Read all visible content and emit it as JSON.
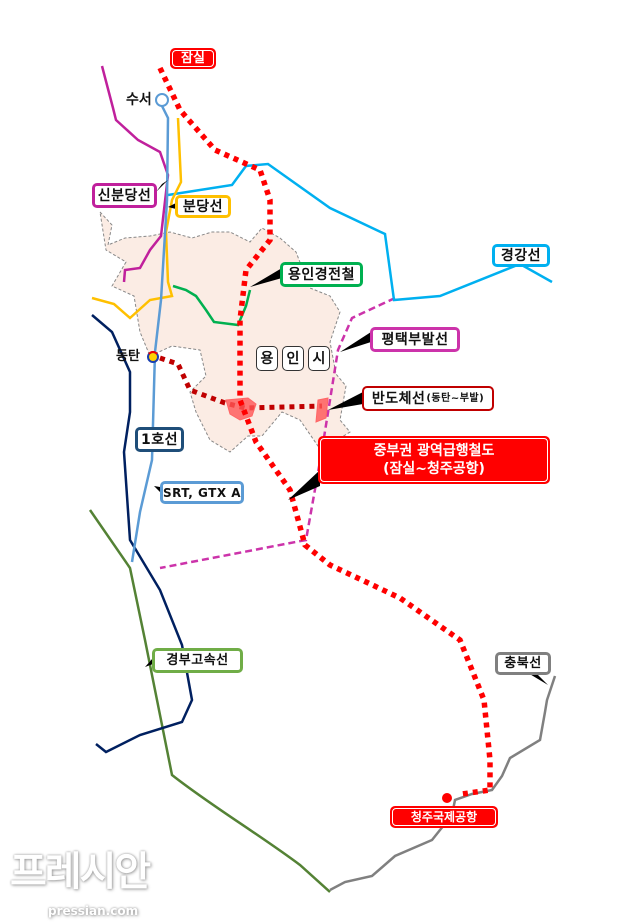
{
  "title": "중부권 광역급행철도 (잠실~청주공항) 노선도",
  "city": {
    "chars": [
      "용",
      "인",
      "시"
    ]
  },
  "labels": {
    "jamsil": "잠실",
    "suseo": "수서",
    "dongtan": "동탄",
    "sinbundang": "신분당선",
    "bundang": "분당선",
    "yongin_light_rail": "용인경전철",
    "gyeonggang": "경강선",
    "pyeongtaek_bubal": "평택부발선",
    "bandoche_main": "반도체선",
    "bandoche_sub": "(동탄~부발)",
    "jungbu_line1": "중부권 광역급행철도",
    "jungbu_line2": "(잠실~청주공항)",
    "line1": "1호선",
    "srt_gtx": "SRT, GTX A",
    "gyeongbu_hsr": "경부고속선",
    "chungbuk": "충북선",
    "cheongju_airport": "청주국제공항"
  },
  "watermark": {
    "logo": "프레시안",
    "url": "pressian.com"
  },
  "colors": {
    "jungbu": "#ff0000",
    "bandoche": "#c00000",
    "srt": "#5b9bd5",
    "gyeonggang": "#00b0f0",
    "bundang": "#ffc000",
    "sinbundang": "#c0209c",
    "yongin_lrt": "#00b050",
    "pyeongtaek": "#cc33aa",
    "line1": "#002060",
    "gyeongbu": "#548235",
    "chungbuk": "#808080",
    "region": "#fbece4"
  }
}
